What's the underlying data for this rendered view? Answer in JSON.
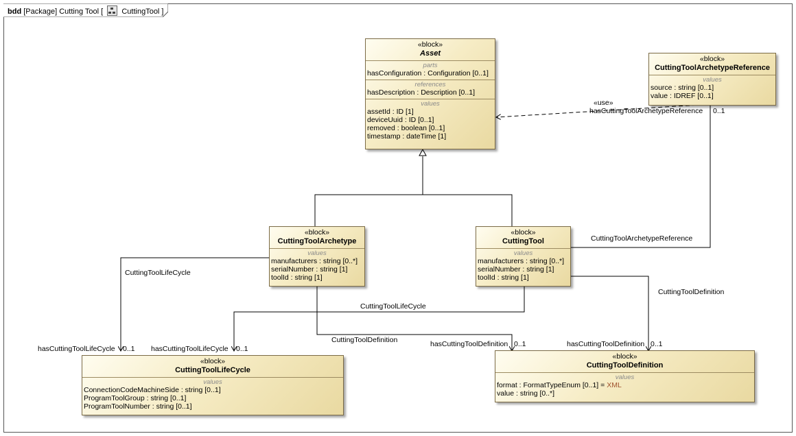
{
  "diagram": {
    "tab": {
      "kind": "bdd",
      "package": "[Package] Cutting Tool [",
      "name": "CuttingTool ]",
      "icon": "diagram-icon"
    }
  },
  "blocks": {
    "asset": {
      "stereotype": "«block»",
      "name": "Asset",
      "parts_title": "parts",
      "parts": [
        "hasConfiguration : Configuration [0..1]"
      ],
      "refs_title": "references",
      "refs": [
        "hasDescription : Description [0..1]"
      ],
      "values_title": "values",
      "values": [
        "assetId : ID [1]",
        "deviceUuid : ID [0..1]",
        "removed : boolean [0..1]",
        "timestamp : dateTime [1]"
      ]
    },
    "ref": {
      "stereotype": "«block»",
      "name": "CuttingToolArchetypeReference",
      "values_title": "values",
      "values": [
        "source : string [0..1]",
        "value : IDREF [0..1]"
      ]
    },
    "archetype": {
      "stereotype": "«block»",
      "name": "CuttingToolArchetype",
      "values_title": "values",
      "values": [
        "manufacturers : string [0..*]",
        "serialNumber : string [1]",
        "toolId : string [1]"
      ]
    },
    "tool": {
      "stereotype": "«block»",
      "name": "CuttingTool",
      "values_title": "values",
      "values": [
        "manufacturers : string [0..*]",
        "serialNumber : string [1]",
        "toolId : string [1]"
      ]
    },
    "lifecycle": {
      "stereotype": "«block»",
      "name": "CuttingToolLifeCycle",
      "values_title": "values",
      "values": [
        "ConnectionCodeMachineSide : string [0..1]",
        "ProgramToolGroup : string [0..1]",
        "ProgramToolNumber : string [0..1]"
      ]
    },
    "definition": {
      "stereotype": "«block»",
      "name": "CuttingToolDefinition",
      "values_title": "values",
      "format_name": "format : FormatTypeEnum [0..1] = ",
      "format_default": "XML",
      "value_row": "value : string [0..*]"
    }
  },
  "labels": {
    "use": "«use»",
    "has_ref": "hasCuttingToolArchetypeReference",
    "has_ref_mult": "0..1",
    "ctar": "CuttingToolArchetypeReference",
    "lc_left": "CuttingToolLifeCycle",
    "lc_mid": "CuttingToolLifeCycle",
    "def_right": "CuttingToolDefinition",
    "def_mid": "CuttingToolDefinition",
    "has_lc_1": "hasCuttingToolLifeCycle",
    "has_lc_1_mult": "0..1",
    "has_lc_2": "hasCuttingToolLifeCycle",
    "has_lc_2_mult": "0..1",
    "has_def_1": "hasCuttingToolDefinition",
    "has_def_1_mult": "0..1",
    "has_def_2": "hasCuttingToolDefinition",
    "has_def_2_mult": "0..1"
  },
  "colors": {
    "block_fill": "#f6ecc5",
    "block_border": "#7a6a45",
    "default_value": "#a0522d"
  }
}
